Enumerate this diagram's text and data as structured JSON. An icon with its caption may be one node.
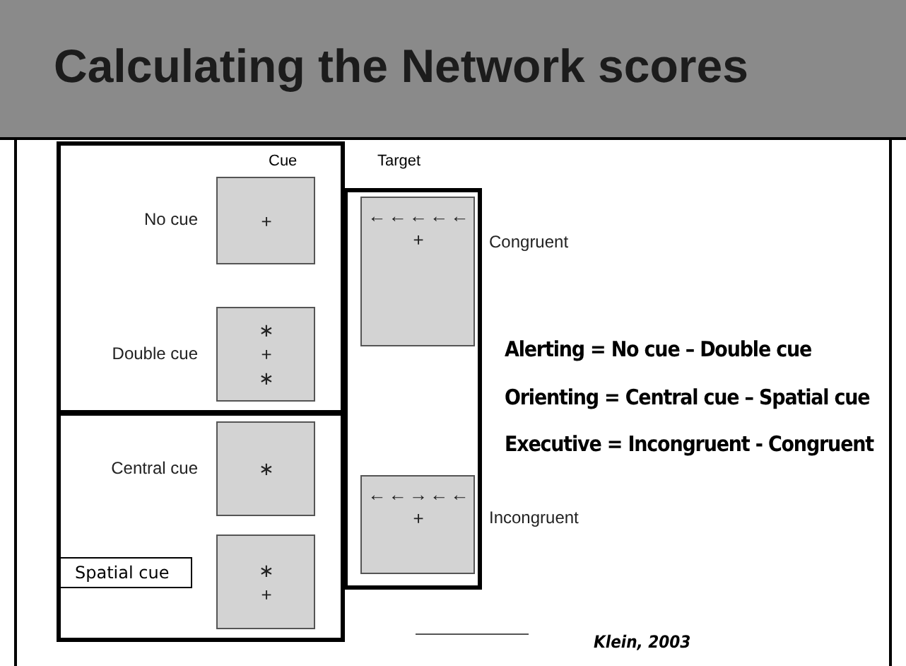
{
  "diagram": {
    "title": "Calculating the Network scores",
    "nodes": [
      {
        "text": [],
        "shape": "box"
      },
      {
        "text": [
          "+"
        ],
        "in": 0,
        "beside": [
          "No cue"
        ]
      },
      {
        "text": [
          "∗",
          "+",
          "∗"
        ],
        "in": 0,
        "beside": [
          "Double cue"
        ]
      },
      {
        "text": [],
        "shape": "box"
      },
      {
        "text": [
          "∗"
        ],
        "in": 3,
        "beside": [
          "Central cue"
        ]
      },
      {
        "text": [
          "Spatial cue"
        ],
        "in": 3
      },
      {
        "text": [
          "∗",
          "+"
        ],
        "in": 3
      },
      {
        "text": [],
        "shape": "box"
      },
      {
        "text": [
          "← ← ← ← ←",
          "+"
        ],
        "in": 7,
        "beside": [
          "Congruent"
        ]
      },
      {
        "text": [
          "← ← → ← ←",
          "+"
        ],
        "in": 7,
        "beside": [
          "Incongruent"
        ]
      }
    ],
    "edges": [],
    "labels": [
      "Cue",
      "Target",
      "Alerting = No cue – Double cue",
      "Orienting = Central cue – Spatial cue",
      "Executive = Incongruent - Congruent",
      "Klein, 2003"
    ]
  }
}
